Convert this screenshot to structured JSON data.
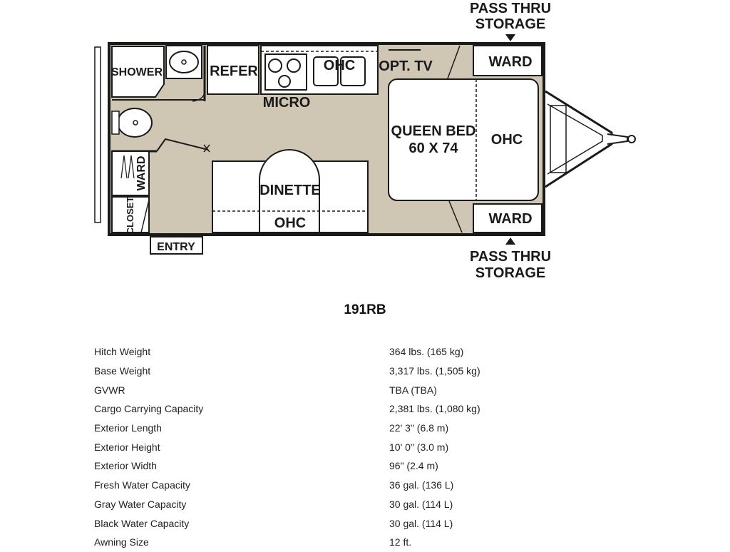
{
  "floorplan": {
    "labels": {
      "shower": "SHOWER",
      "refer": "REFER",
      "ohc_kitchen": "OHC",
      "opt_tv": "OPT. TV",
      "micro": "MICRO",
      "ward_top": "WARD",
      "ward_bottom": "WARD",
      "queen_bed_line1": "QUEEN BED",
      "queen_bed_line2": "60 X 74",
      "ohc_bed": "OHC",
      "dinette": "DINETTE",
      "ohc_dinette": "OHC",
      "ward_side": "WARD",
      "closet": "CLOSET",
      "entry": "ENTRY",
      "pass_thru_top_line1": "PASS THRU",
      "pass_thru_top_line2": "STORAGE",
      "pass_thru_bottom_line1": "PASS THRU",
      "pass_thru_bottom_line2": "STORAGE"
    },
    "colors": {
      "floor": "#cfc6b4",
      "wall": "#1a1a1a",
      "cabinet": "#ffffff"
    }
  },
  "model": {
    "name": "191RB"
  },
  "specs": [
    {
      "name": "Hitch Weight",
      "value": "364 lbs. (165 kg)"
    },
    {
      "name": "Base Weight",
      "value": "3,317 lbs. (1,505 kg)"
    },
    {
      "name": "GVWR",
      "value": "TBA (TBA)"
    },
    {
      "name": "Cargo Carrying Capacity",
      "value": "2,381 lbs. (1,080 kg)"
    },
    {
      "name": "Exterior Length",
      "value": "22' 3\" (6.8 m)"
    },
    {
      "name": "Exterior Height",
      "value": "10' 0\" (3.0 m)"
    },
    {
      "name": "Exterior Width",
      "value": "96\" (2.4 m)"
    },
    {
      "name": "Fresh Water Capacity",
      "value": "36 gal. (136 L)"
    },
    {
      "name": "Gray Water Capacity",
      "value": "30 gal. (114 L)"
    },
    {
      "name": "Black Water Capacity",
      "value": "30 gal. (114 L)"
    },
    {
      "name": "Awning Size",
      "value": "12 ft."
    }
  ]
}
